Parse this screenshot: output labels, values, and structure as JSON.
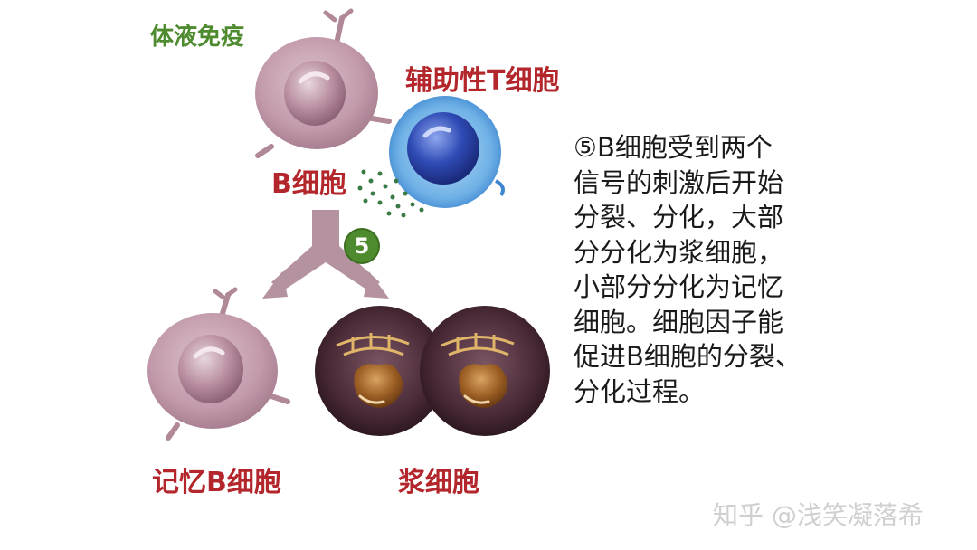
{
  "title": "体液免疫",
  "labels": {
    "helper_t_cell": "辅助性T细胞",
    "b_cell": "B细胞",
    "memory_b_cell": "记忆B细胞",
    "plasma_cell": "浆细胞"
  },
  "step_number": "5",
  "description_lines": [
    "⑤B细胞受到两个",
    "信号的刺激后开始",
    "分裂、分化，大部",
    "分分化为浆细胞，",
    "小部分分化为记忆",
    "细胞。细胞因子能",
    "促进B细胞的分裂、",
    "分化过程。"
  ],
  "watermark": "知乎 @浅笑凝落希",
  "colors": {
    "title_green": "#4e8a2e",
    "label_red": "#b3262b",
    "b_cell_pink": "#c9a5b4",
    "helper_t_blue": "#3f6bc4",
    "plasma_dark": "#3a1f2b",
    "arrow": "#b5929f"
  }
}
